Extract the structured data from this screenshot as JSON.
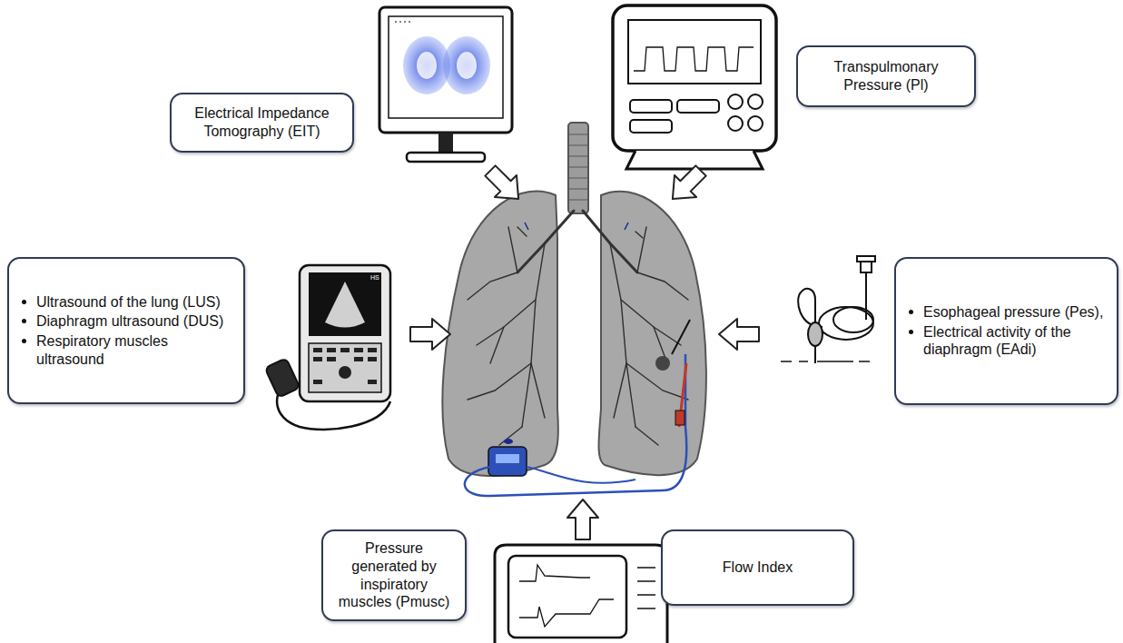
{
  "diagram": {
    "nodes": [
      {
        "text": [
          "Electrical Impedance Tomography (EIT)"
        ]
      },
      {
        "text": [
          "Transpulmonary Pressure (Pl)"
        ]
      },
      {
        "text": [
          "Ultrasound of the lung (LUS)",
          "Diaphragm ultrasound (DUS)",
          "Respiratory muscles ultrasound"
        ]
      },
      {
        "text": [
          "Esophageal pressure (Pes),",
          "Electrical activity of the diaphragm (EAdi)"
        ]
      },
      {
        "text": [
          "Pressure generated by inspiratory muscles (Pmusc)"
        ]
      },
      {
        "text": [
          "Flow Index"
        ]
      }
    ],
    "labels": [
      "HS"
    ]
  }
}
